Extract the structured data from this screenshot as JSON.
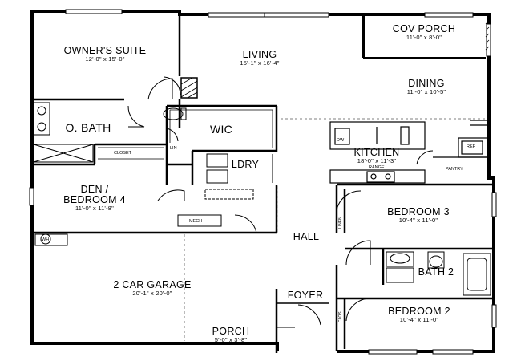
{
  "rooms": {
    "owners_suite": {
      "name": "OWNER'S SUITE",
      "dims": "12'-0\" x 15'-0\""
    },
    "living": {
      "name": "LIVING",
      "dims": "15'-1\" x 16'-4\""
    },
    "cov_porch": {
      "name": "COV PORCH",
      "dims": "11'-0\" x 8'-0\""
    },
    "dining": {
      "name": "DINING",
      "dims": "11'-0\" x 10'-5\""
    },
    "o_bath": {
      "name": "O. BATH"
    },
    "wic": {
      "name": "WIC"
    },
    "kitchen": {
      "name": "KITCHEN",
      "dims": "18'-0\" x 11'-3\""
    },
    "ldry": {
      "name": "LDRY"
    },
    "den": {
      "name1": "DEN /",
      "name2": "BEDROOM 4",
      "dims": "11'-0\" x 11'-8\""
    },
    "bedroom3": {
      "name": "BEDROOM 3",
      "dims": "10'-4\" x 11'-0\""
    },
    "hall": {
      "name": "HALL"
    },
    "garage": {
      "name": "2 CAR GARAGE",
      "dims": "20'-1\" x 20'-0\""
    },
    "bath2": {
      "name": "BATH 2"
    },
    "foyer": {
      "name": "FOYER"
    },
    "bedroom2": {
      "name": "BEDROOM 2",
      "dims": "10'-4\" x 11'-0\""
    },
    "porch": {
      "name": "PORCH",
      "dims": "5'-0\" x 3'-8\""
    }
  },
  "fixtures": {
    "closet": "CLOSET",
    "lin": "LIN",
    "dw": "DW",
    "range": "RANGE",
    "ref": "REF",
    "pantry": "PANTRY",
    "mech": "MECH",
    "wh": "WH",
    "linen": "LINEN",
    "clos": "CLOS"
  }
}
